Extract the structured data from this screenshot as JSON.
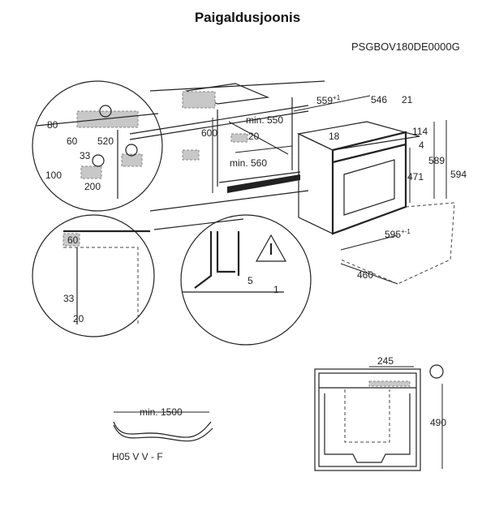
{
  "title": "Paigaldusjoonis",
  "model_code": "PSGBOV180DE0000G",
  "dimensions": {
    "d80": "80",
    "d60a": "60",
    "d520": "520",
    "d33a": "33",
    "d100": "100",
    "d200": "200",
    "d600": "600",
    "min550": "min. 550",
    "d20a": "20",
    "min560": "min. 560",
    "d559": "559",
    "d559_tol": "+1",
    "d546": "546",
    "d21": "21",
    "d18": "18",
    "d114": "114",
    "d4": "4",
    "d589": "589",
    "d594": "594",
    "d471": "471",
    "d595": "595",
    "d595_tol": "+-1",
    "d460": "460",
    "d60b": "60",
    "d33b": "33",
    "d20b": "20",
    "d5": "5",
    "d1": "1",
    "d245": "245",
    "d490": "490",
    "min1500": "min. 1500"
  },
  "cable_type": "H05 V V - F",
  "icons": [
    "electric-connection-icon",
    "warning-triangle-icon"
  ]
}
